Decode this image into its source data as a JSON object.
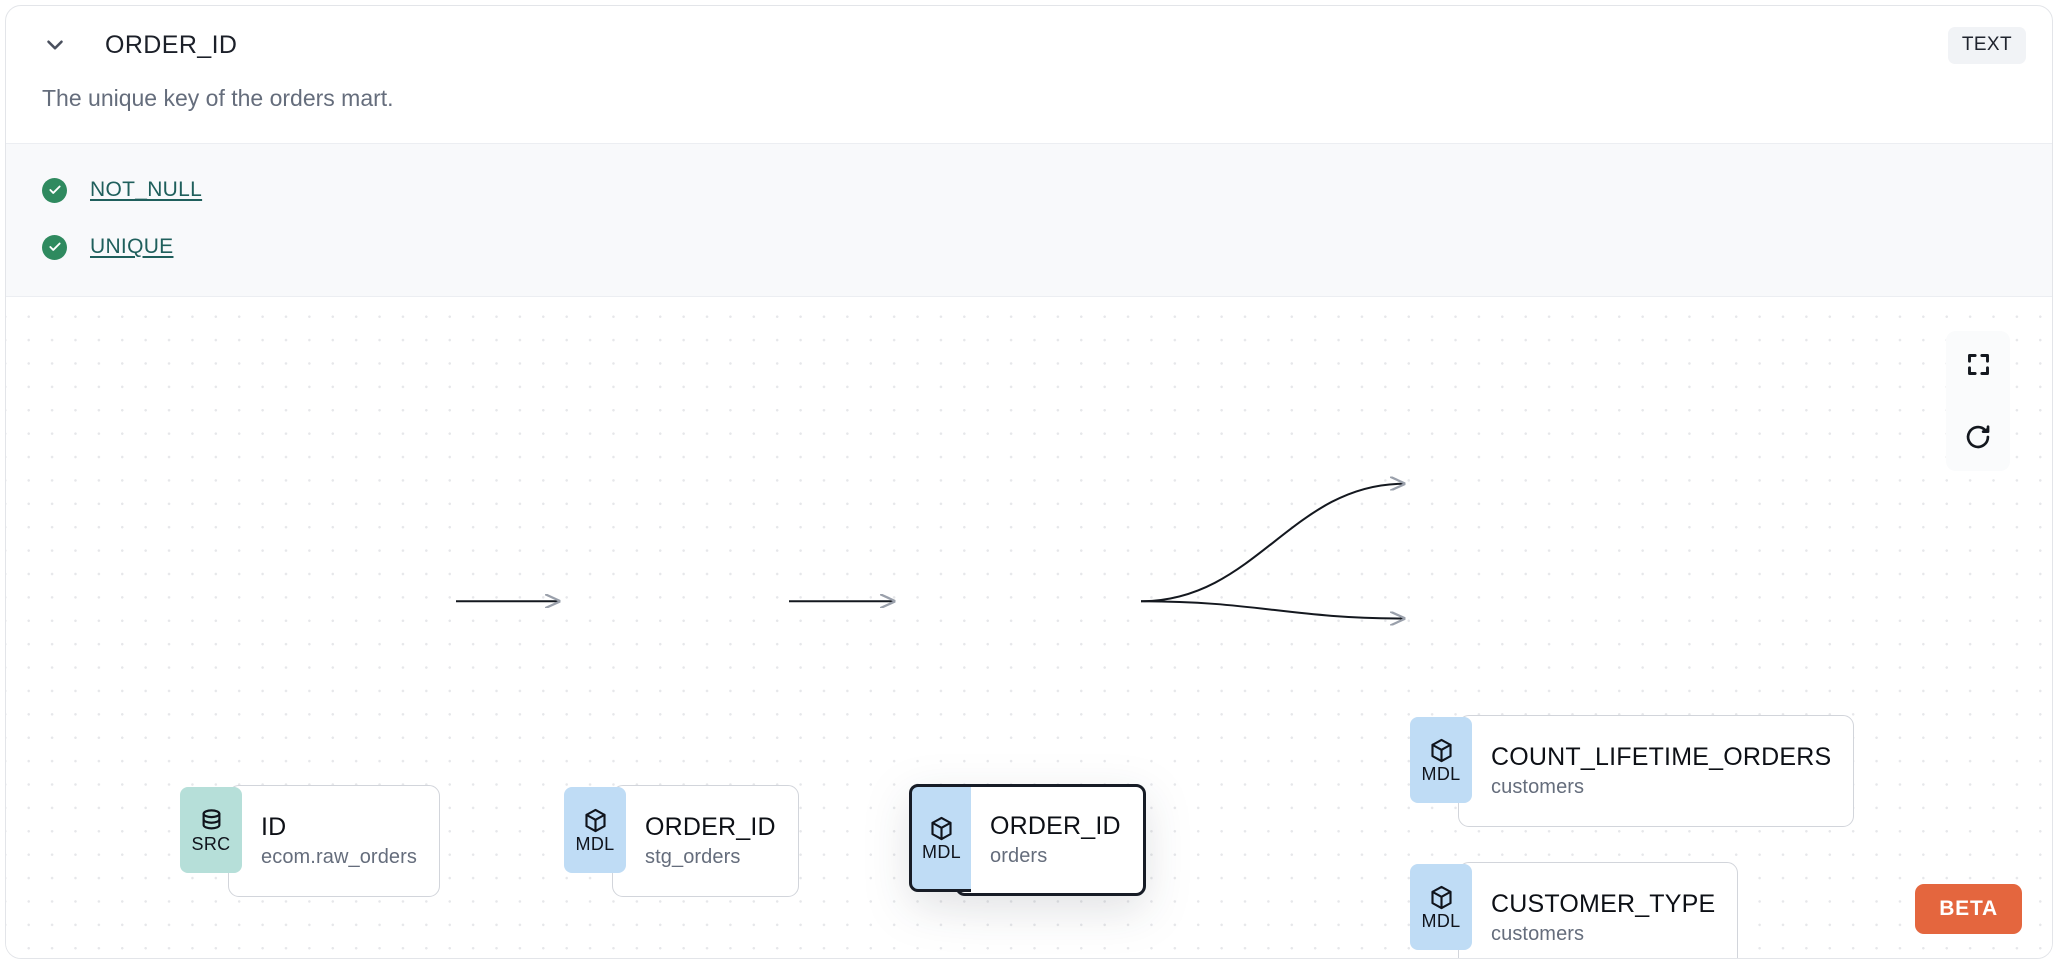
{
  "header": {
    "collapse_icon": "chevron-down-icon",
    "title": "ORDER_ID",
    "type_badge": "TEXT"
  },
  "description": "The unique key of the orders mart.",
  "tests": [
    {
      "status_icon": "check-circle-icon",
      "label": "NOT_NULL"
    },
    {
      "status_icon": "check-circle-icon",
      "label": "UNIQUE"
    }
  ],
  "lineage": {
    "nodes": [
      {
        "id": "n0",
        "kind": "SRC",
        "kind_icon": "database-icon",
        "name": "ID",
        "source": "ecom.raw_orders",
        "focused": false
      },
      {
        "id": "n1",
        "kind": "MDL",
        "kind_icon": "cube-icon",
        "name": "ORDER_ID",
        "source": "stg_orders",
        "focused": false
      },
      {
        "id": "n2",
        "kind": "MDL",
        "kind_icon": "cube-icon",
        "name": "ORDER_ID",
        "source": "orders",
        "focused": true
      },
      {
        "id": "n3",
        "kind": "MDL",
        "kind_icon": "cube-icon",
        "name": "COUNT_LIFETIME_ORDERS",
        "source": "customers",
        "focused": false
      },
      {
        "id": "n4",
        "kind": "MDL",
        "kind_icon": "cube-icon",
        "name": "CUSTOMER_TYPE",
        "source": "customers",
        "focused": false
      }
    ],
    "edges": [
      {
        "from": "n0",
        "to": "n1"
      },
      {
        "from": "n1",
        "to": "n2"
      },
      {
        "from": "n2",
        "to": "n3"
      },
      {
        "from": "n2",
        "to": "n4"
      }
    ],
    "controls": [
      {
        "icon": "fit-view-icon",
        "name": "fit-view-button"
      },
      {
        "icon": "refresh-icon",
        "name": "refresh-button"
      }
    ],
    "beta_badge": "BETA"
  },
  "colors": {
    "src_tag_bg": "#b6dfd9",
    "mdl_tag_bg": "#bfdcf5",
    "test_pass": "#2f8a5f",
    "test_link": "#1f5f5c",
    "beta": "#e4663e",
    "tests_bg": "#f8f9fb"
  }
}
